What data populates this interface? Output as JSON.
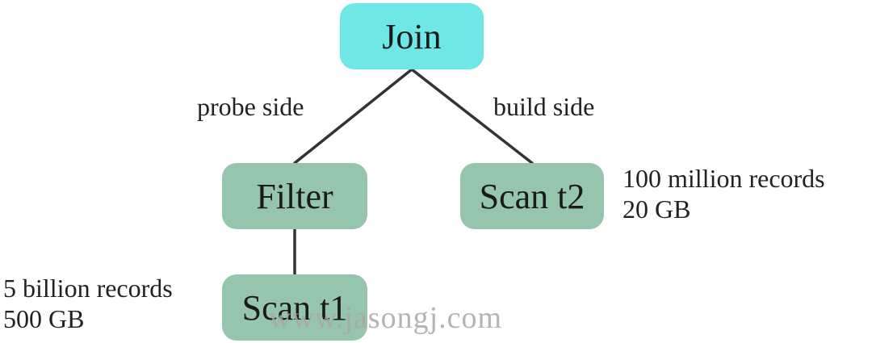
{
  "colors": {
    "join_fill": "#6ee7e6",
    "op_fill": "#96c5ad",
    "edge": "#333333",
    "watermark": "#a8a8a8"
  },
  "nodes": {
    "join": "Join",
    "filter": "Filter",
    "scan_t2": "Scan t2",
    "scan_t1": "Scan t1"
  },
  "edge_labels": {
    "probe": "probe side",
    "build": "build side"
  },
  "annotations": {
    "scan_t2": {
      "records": "100 million records",
      "size": "20 GB"
    },
    "scan_t1": {
      "records": "5 billion records",
      "size": "500 GB"
    }
  },
  "watermark": "www.jasongj.com"
}
